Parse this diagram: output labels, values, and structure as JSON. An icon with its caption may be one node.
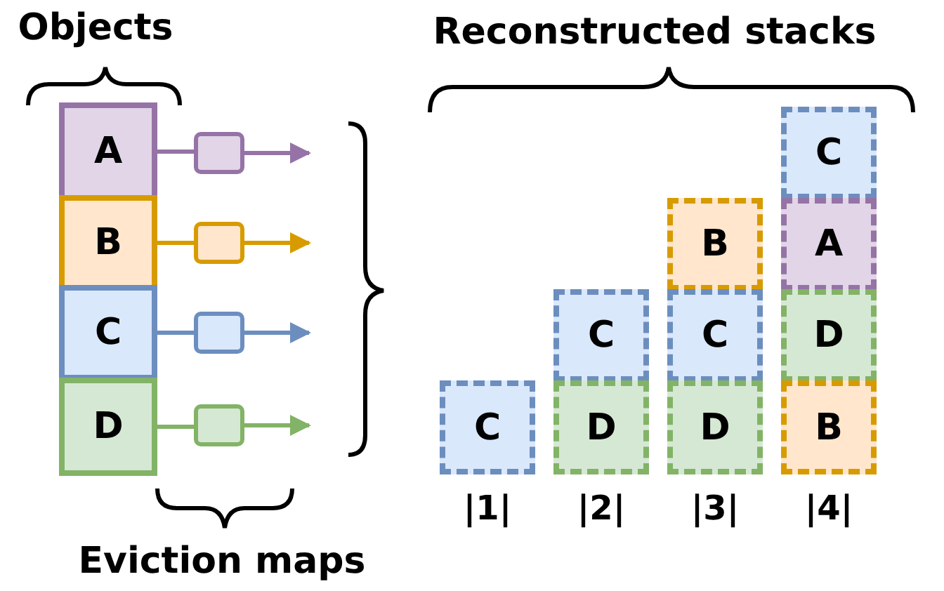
{
  "diagram": {
    "nodes": [
      {
        "text": [
          "A"
        ]
      },
      {
        "text": [
          "B"
        ]
      },
      {
        "text": [
          "C"
        ]
      },
      {
        "text": [
          "D"
        ]
      },
      {
        "text": [],
        "shape": "box"
      },
      {
        "text": [],
        "shape": "box"
      },
      {
        "text": [],
        "shape": "box"
      },
      {
        "text": [],
        "shape": "box"
      },
      {
        "text": [
          "C"
        ]
      },
      {
        "text": [
          "C"
        ]
      },
      {
        "text": [
          "D"
        ]
      },
      {
        "text": [
          "B"
        ]
      },
      {
        "text": [
          "C"
        ]
      },
      {
        "text": [
          "D"
        ]
      },
      {
        "text": [
          "C"
        ]
      },
      {
        "text": [
          "A"
        ]
      },
      {
        "text": [
          "D"
        ]
      },
      {
        "text": [
          "B"
        ]
      }
    ],
    "edges": [
      {
        "from": 0,
        "to": 4,
        "arrow": "none",
        "color": "#9673a6"
      },
      {
        "from": 4,
        "to": null,
        "arrow": "to",
        "color": "#9673a6"
      },
      {
        "from": 1,
        "to": 5,
        "arrow": "none",
        "color": "#d79b00"
      },
      {
        "from": 5,
        "to": null,
        "arrow": "to",
        "color": "#d79b00"
      },
      {
        "from": 2,
        "to": 6,
        "arrow": "none",
        "color": "#6c8ebf"
      },
      {
        "from": 6,
        "to": null,
        "arrow": "to",
        "color": "#6c8ebf"
      },
      {
        "from": 3,
        "to": 7,
        "arrow": "none",
        "color": "#82b366"
      },
      {
        "from": 7,
        "to": null,
        "arrow": "to",
        "color": "#82b366"
      }
    ],
    "labels": [
      "Objects",
      "Reconstructed stacks",
      "Eviction maps",
      "|1|",
      "|2|",
      "|3|",
      "|4|"
    ]
  }
}
